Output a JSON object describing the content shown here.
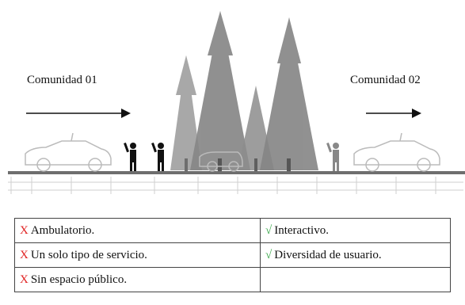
{
  "scene": {
    "left_label": "Comunidad 01",
    "right_label": "Comunidad 02"
  },
  "colors": {
    "cross": "#e02020",
    "check": "#3aa84a",
    "tree": "#8e8e8e",
    "person_dark": "#111111",
    "person_grey": "#888888"
  },
  "icons": {
    "cross": "cross-mark-icon",
    "check": "check-mark-icon",
    "arrow": "arrow-right-icon",
    "car": "car-icon",
    "tree": "tree-icon",
    "person": "person-waving-icon"
  },
  "table": {
    "rows": [
      {
        "left": {
          "mark": "X",
          "text": "Ambulatorio."
        },
        "right": {
          "mark": "√",
          "text": "Interactivo."
        }
      },
      {
        "left": {
          "mark": "X",
          "text": "Un solo tipo de servicio."
        },
        "right": {
          "mark": "√",
          "text": "Diversidad de usuario."
        }
      },
      {
        "left": {
          "mark": "X",
          "text": "Sin espacio público."
        },
        "right": {
          "mark": "",
          "text": ""
        }
      }
    ]
  }
}
